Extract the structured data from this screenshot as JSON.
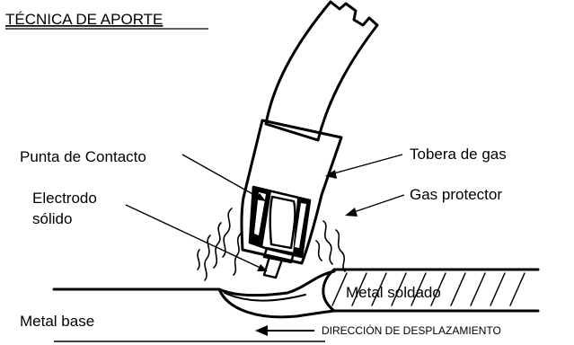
{
  "title": "TÉCNICA DE APORTE",
  "labels": {
    "contact_tip": "Punta de Contacto",
    "electrode_line1": "Electrodo",
    "electrode_line2": "sólido",
    "gas_nozzle": "Tobera de gas",
    "shielding_gas": "Gas protector",
    "weld_metal": "Metal soldado",
    "base_metal": "Metal base",
    "travel_direction": "DIRECCIÓN DE DESPLAZAMIENTO"
  },
  "colors": {
    "ink": "#000000",
    "background": "#ffffff"
  }
}
